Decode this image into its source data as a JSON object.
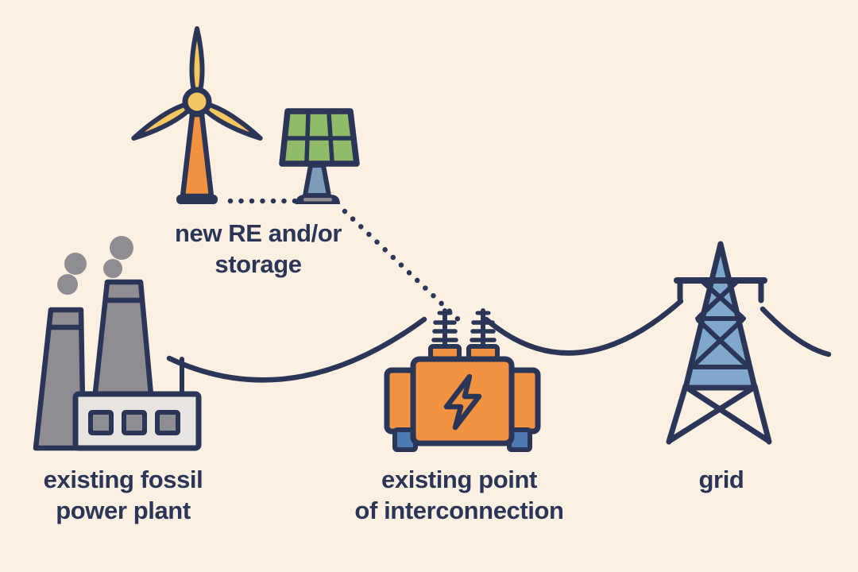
{
  "figure": {
    "type": "energy-system-diagram",
    "labels": {
      "new_re": {
        "line1": "new RE and/or",
        "line2": "storage"
      },
      "fossil_plant": {
        "line1": "existing fossil",
        "line2": "power plant"
      },
      "interconnection": {
        "line1": "existing point",
        "line2": "of interconnection"
      },
      "grid": {
        "line1": "grid"
      }
    },
    "icons": [
      "wind-turbine-icon",
      "solar-panel-icon",
      "power-plant-icon",
      "transformer-icon",
      "transmission-tower-icon"
    ],
    "connections": [
      {
        "from": "new RE and/or storage",
        "to": "existing point of interconnection",
        "style": "dotted"
      },
      {
        "from": "existing fossil power plant",
        "to": "existing point of interconnection",
        "style": "wire"
      },
      {
        "from": "existing point of interconnection",
        "to": "grid",
        "style": "wire"
      },
      {
        "from": "grid",
        "to": "offscreen right",
        "style": "wire"
      }
    ]
  },
  "colors": {
    "cream": "#fbf0e1",
    "navy": "#2b3557",
    "orange": "#f0923f",
    "yellow": "#f2c75f",
    "green": "#90bb69",
    "steel_blue": "#7fa8cc",
    "stand_blue": "#7d9cba",
    "foot_blue": "#4d7ab0",
    "gray": "#8f8d92",
    "smoke_gray": "#8f8d92",
    "light_gray": "#e7e4e1",
    "window_gray": "#8f8d92"
  }
}
